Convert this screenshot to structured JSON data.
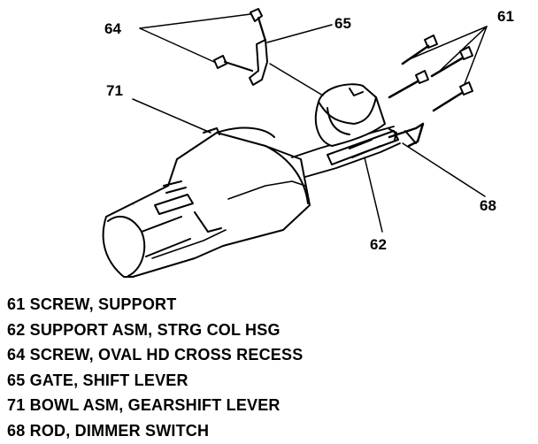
{
  "callouts": [
    {
      "number": "64"
    },
    {
      "number": "65"
    },
    {
      "number": "61"
    },
    {
      "number": "71"
    },
    {
      "number": "68"
    },
    {
      "number": "62"
    }
  ],
  "legend": [
    {
      "text": "61 SCREW, SUPPORT"
    },
    {
      "text": "62 SUPPORT ASM, STRG COL HSG"
    },
    {
      "text": "64 SCREW, OVAL HD CROSS RECESS"
    },
    {
      "text": "65 GATE, SHIFT LEVER"
    },
    {
      "text": "71 BOWL ASM, GEARSHIFT LEVER"
    },
    {
      "text": "68 ROD, DIMMER SWITCH"
    }
  ]
}
